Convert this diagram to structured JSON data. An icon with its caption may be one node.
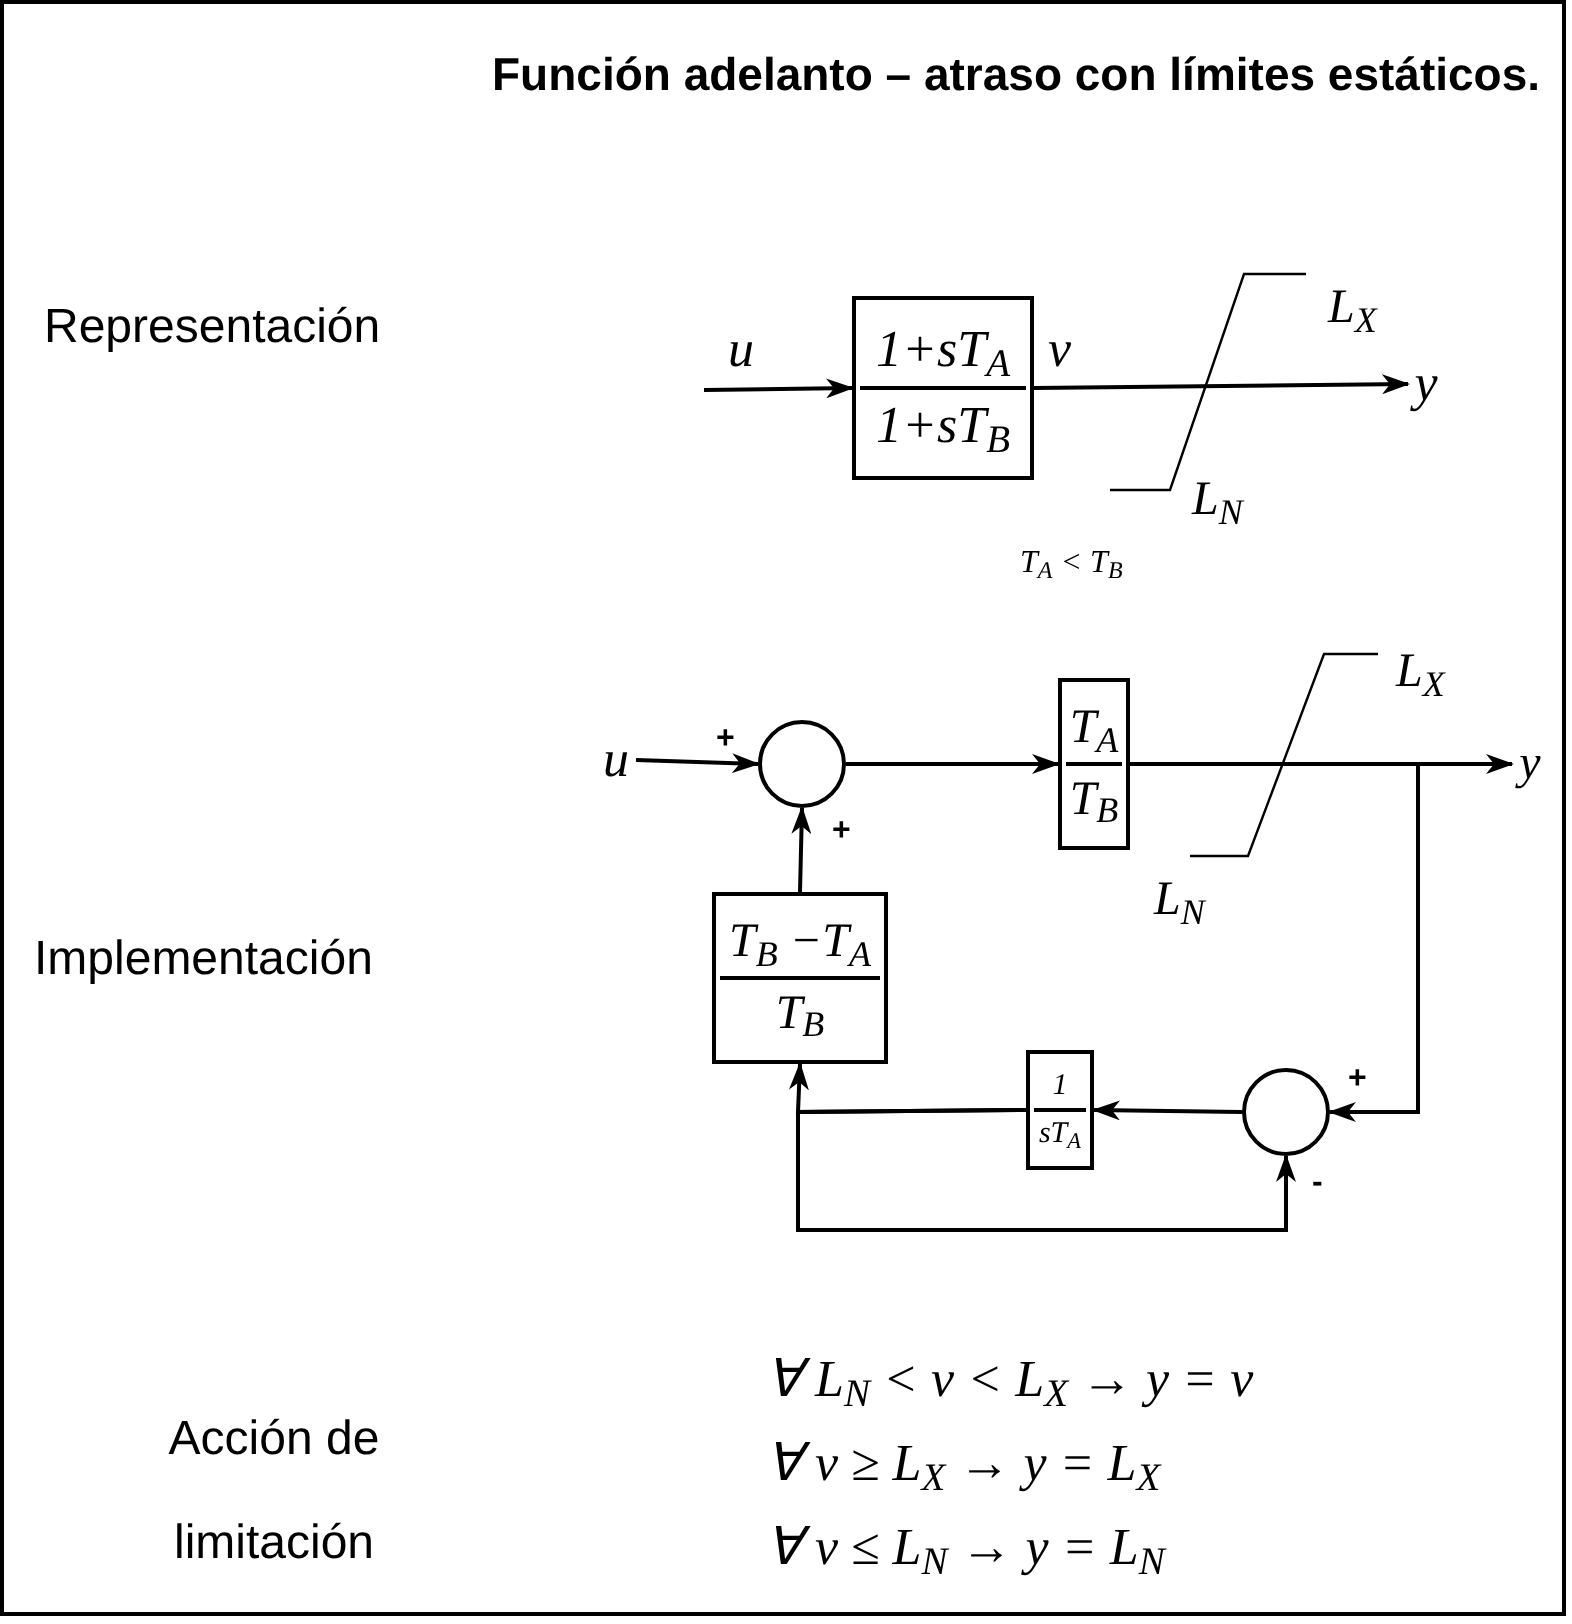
{
  "diagram": {
    "title": "Función adelanto – atraso con límites estáticos.",
    "nodes": [
      {
        "text": [
          "1+sT$_{A}$",
          "1+sT$_{B}$"
        ]
      },
      {
        "text": [
          "y"
        ]
      },
      {
        "text": [
          "u"
        ]
      },
      {
        "text": [],
        "shape": "circle"
      },
      {
        "text": [
          "T$_{A}$",
          "T$_{B}$"
        ]
      },
      {
        "text": [
          "y"
        ]
      },
      {
        "text": [
          "T$_{B}$ −T$_{A}$",
          "T$_{B}$"
        ]
      },
      {
        "text": [
          "1",
          "sT$_{A}$"
        ]
      },
      {
        "text": [],
        "shape": "circle"
      }
    ],
    "edges": [
      {
        "from": null,
        "to": 0,
        "arrow": "to",
        "label": "u"
      },
      {
        "from": 0,
        "to": 1,
        "arrow": "to",
        "label": "v"
      },
      {
        "from": 2,
        "to": 3,
        "arrow": "to"
      },
      {
        "from": 3,
        "to": 4,
        "arrow": "to"
      },
      {
        "from": 4,
        "to": 5,
        "arrow": "to"
      },
      {
        "from": 4,
        "to": 8,
        "arrow": "to"
      },
      {
        "from": 8,
        "to": 7,
        "arrow": "to"
      },
      {
        "from": 7,
        "to": 6,
        "arrow": "to"
      },
      {
        "from": 7,
        "to": 8,
        "arrow": "to"
      },
      {
        "from": 6,
        "to": 3,
        "arrow": "to"
      }
    ],
    "labels": [
      "Representación",
      "L$_{X}$",
      "L$_{N}$",
      "T$_{A}$ < T$_{B}$",
      "+",
      "+",
      "L$_{X}$",
      "Implementación",
      "L$_{N}$",
      "+",
      "-",
      "Acción de limitación",
      "∀ L$_{N}$ < v < L$_{X}$ → y = v",
      "∀ v ≥ L$_{X}$ → y = L$_{X}$",
      "∀ v ≤ L$_{N}$ → y = L$_{N}$"
    ]
  }
}
